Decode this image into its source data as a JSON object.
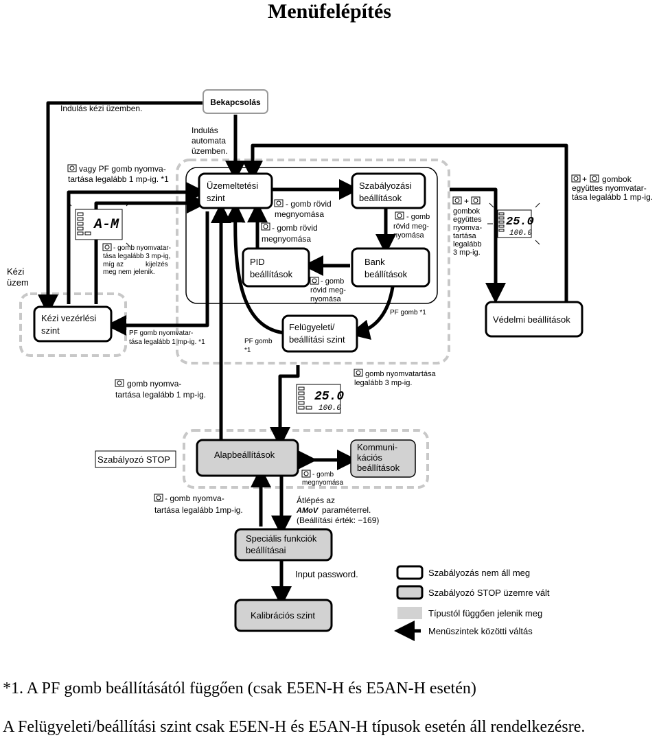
{
  "title": "Menüfelépítés",
  "nodes": {
    "power_on": "Bekapcsolás",
    "operation": [
      "Üzemeltetési",
      "szint"
    ],
    "control_settings": [
      "Szabályozási",
      "beállítások"
    ],
    "bank_settings": [
      "Bank",
      "beállítások"
    ],
    "pid_settings": [
      "PID",
      "beállítások"
    ],
    "supervisory": [
      "Felügyeleti/",
      "beállítási szint"
    ],
    "manual_control": [
      "Kézi vezérlési",
      "szint"
    ],
    "protection": "Védelmi beállítások",
    "basic_settings": "Alapbeállítások",
    "communication": [
      "Kommuni-",
      "kációs",
      "beállítások"
    ],
    "special_functions": [
      "Speciális funkciók",
      "beállításai"
    ],
    "calibration": "Kalibrációs szint"
  },
  "labels": {
    "start_manual": "Indulás kézi üzemben.",
    "start_auto": [
      "Indulás",
      "automata",
      "üzemben."
    ],
    "pf_hold_1s": [
      "vagy PF gomb nyomva-",
      "tartása legalább 1 mp-ig. *1"
    ],
    "key_short_1": [
      "- gomb rövid",
      "megnyomása"
    ],
    "key_short_2": [
      "- gomb rövid",
      "megnyomása"
    ],
    "key_short_3": [
      "- gomb",
      "rövid meg-",
      "nyomása"
    ],
    "key_short_4": [
      "- gomb",
      "rövid meg-",
      "nyomása"
    ],
    "key_hold_3s_am": [
      "- gomb nyomvatar-",
      "tása legalább 3 mp-ig,",
      "míg az",
      "kijelzés",
      "meg nem jelenik."
    ],
    "am_glyph": "A-M",
    "manual_mode": [
      "Kézi",
      "üzem"
    ],
    "pf_hold_manual": [
      "PF gomb nyomvatar-",
      "tása legalább 1 mp-ig. *1"
    ],
    "pf_key_1": [
      "PF gomb",
      "*1"
    ],
    "pf_key_2": "PF gomb *1",
    "combo_keys": [
      "+",
      "gombok",
      "együttes",
      "nyomva-",
      "tartása",
      "legalább",
      "3 mp-ig."
    ],
    "combo_keys_right": [
      "+",
      "gombok",
      "együttes nyomvatar-",
      "tása legalább 1 mp-ig."
    ],
    "key_hold_3s": [
      "gomb nyomvatartása",
      "legalább 3 mp-ig."
    ],
    "key_hold_1s": [
      "gomb nyomva-",
      "tartása legalább 1 mp-ig."
    ],
    "controller_stop": "Szabályozó STOP",
    "key_short_comm": [
      "- gomb",
      "megnyomása"
    ],
    "key_hold_1s_b": [
      "- gomb nyomva-",
      "tartása legalább 1mp-ig."
    ],
    "move_via": [
      "Átlépés az",
      "paraméterrel.",
      "(Beállítási érték: −169)"
    ],
    "amov_glyph": "AMoV",
    "input_password": "Input password."
  },
  "display": {
    "pv": "25.0",
    "sv": "100.0"
  },
  "legend": [
    "Szabályozás nem áll meg",
    "Szabályozó STOP üzemre vált",
    "Típustól függően jelenik meg",
    "Menüszintek közötti váltás"
  ],
  "footnotes": [
    "*1. A PF gomb beállításától függően (csak E5EN-H és E5AN-H esetén)",
    "A Felügyeleti/beállítási szint csak E5EN-H és E5AN-H típusok esetén áll rendelkezésre."
  ]
}
